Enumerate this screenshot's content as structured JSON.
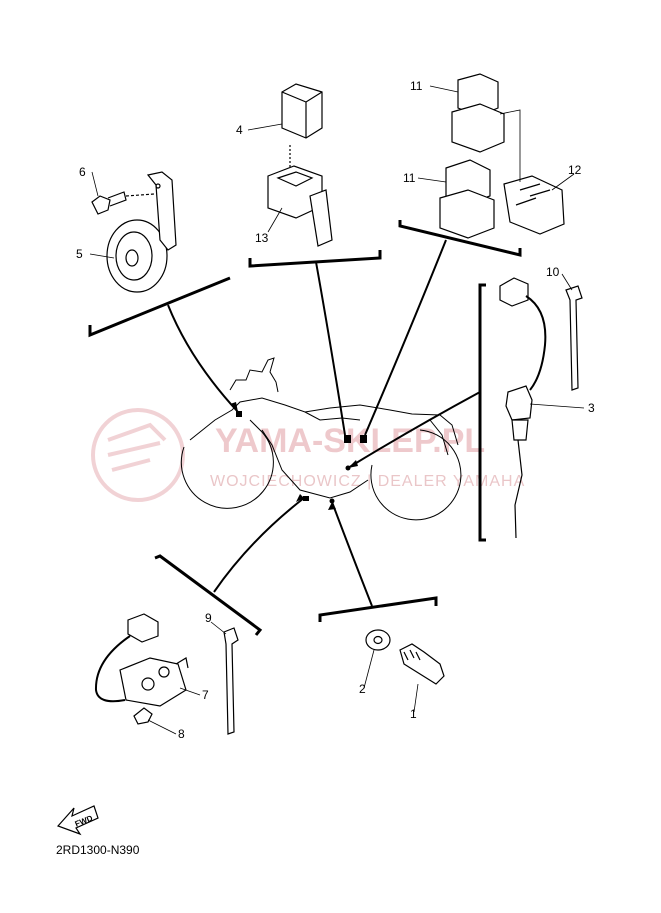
{
  "diagram_code": "2RD1300-N390",
  "watermark": {
    "main": "YAMA-SKLEP.PL",
    "sub": "WOJCIECHOWICZ | DEALER YAMAHA"
  },
  "fwd_label": "FWD",
  "callouts": {
    "c1": "1",
    "c2": "2",
    "c3": "3",
    "c4": "4",
    "c5": "5",
    "c6": "6",
    "c7": "7",
    "c8": "8",
    "c9": "9",
    "c10": "10",
    "c11a": "11",
    "c11b": "11",
    "c12": "12",
    "c13": "13"
  },
  "colors": {
    "line": "#000000",
    "watermark": "#e4a7ad"
  }
}
